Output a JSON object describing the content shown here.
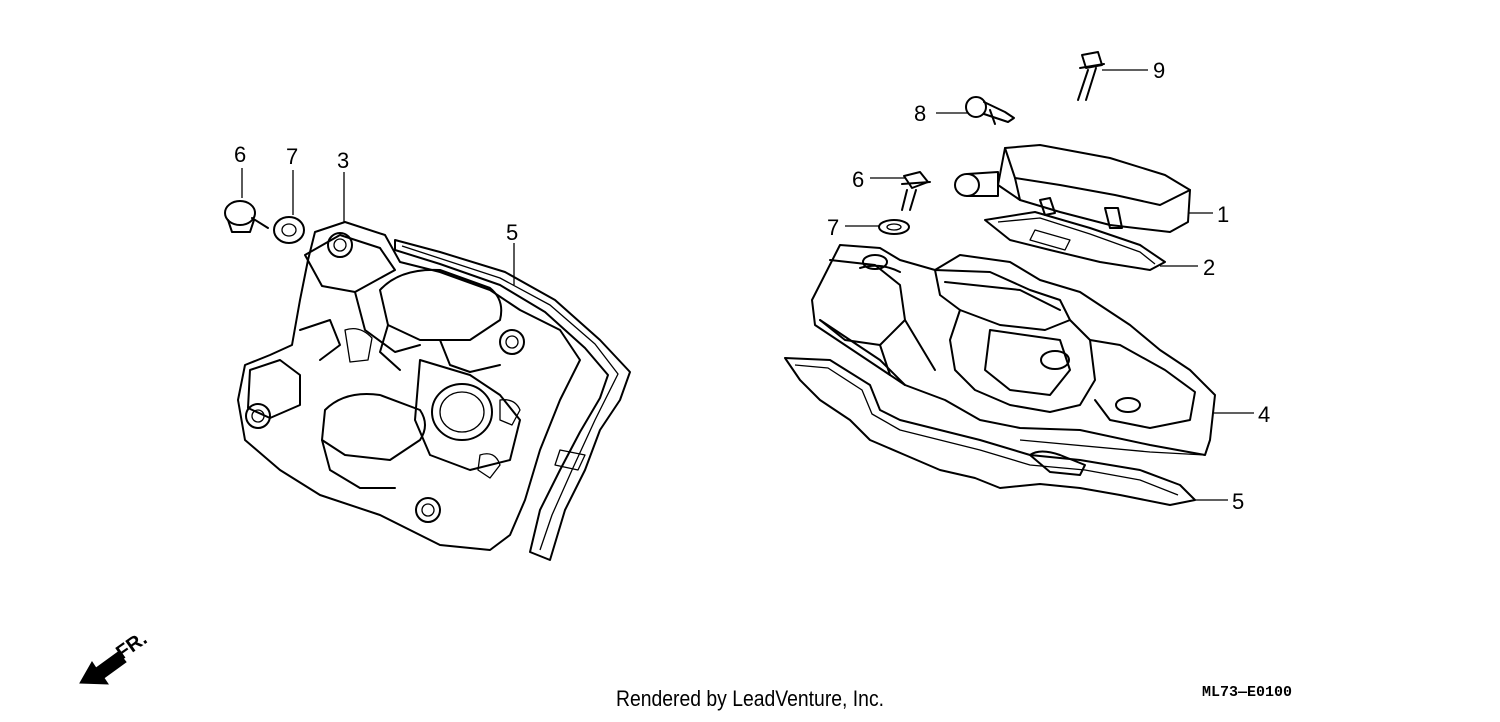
{
  "left_assembly": {
    "callouts": [
      "6",
      "7",
      "3",
      "5"
    ]
  },
  "right_assembly": {
    "callouts": [
      "9",
      "8",
      "6",
      "7",
      "1",
      "2",
      "4",
      "5"
    ]
  },
  "front_arrow": {
    "label": "FR."
  },
  "footer": {
    "rendered_by": "Rendered by LeadVenture, Inc."
  },
  "diagram_code": "ML73—E0100"
}
